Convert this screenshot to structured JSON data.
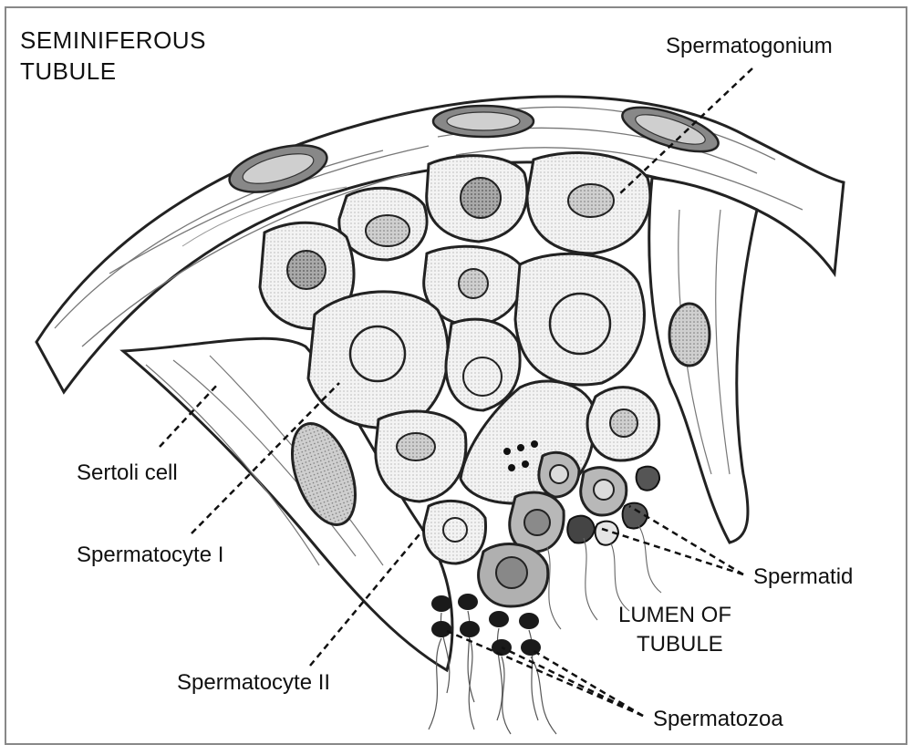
{
  "diagram": {
    "title_line1": "SEMINIFEROUS",
    "title_line2": "TUBULE",
    "labels": {
      "spermatogonium": "Spermatogonium",
      "sertoli_cell": "Sertoli cell",
      "spermatocyte_1": "Spermatocyte I",
      "spermatid": "Spermatid",
      "lumen_line1": "LUMEN OF",
      "lumen_line2": "TUBULE",
      "spermatocyte_2": "Spermatocyte II",
      "spermatozoa": "Spermatozoa"
    },
    "colors": {
      "outline": "#222222",
      "cell_fill": "#f1f1f1",
      "nucleus_fill": "#bdbdbd",
      "dark_nucleus": "#555555",
      "sperm_head": "#1a1a1a"
    }
  }
}
